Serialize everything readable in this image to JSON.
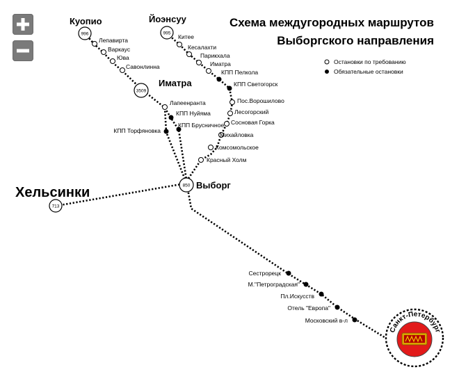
{
  "controls": {
    "zoom_in_icon": "plus-icon",
    "zoom_out_icon": "minus-icon"
  },
  "title": {
    "line1": "Схема междугородных маршрутов",
    "line2": "Выборгского направления"
  },
  "legend": {
    "on_request": "Остановки по требованию",
    "mandatory": "Обязательные остановки"
  },
  "cities": {
    "kuopio": "Куопио",
    "kuopio_code": "996",
    "joensuu": "Йоэнсуу",
    "joensuu_code": "995",
    "imatra": "Иматра",
    "imatra_code": "3509",
    "vyborg": "Выборг",
    "vyborg_code": "850",
    "helsinki": "Хельсинки",
    "helsinki_code": "713",
    "spb": "Санкт-Петербург",
    "spb_logo": "logo"
  },
  "stops": {
    "kuopio_line": [
      "Лепавирта",
      "Варкаус",
      "Юва",
      "Савонлинна"
    ],
    "joensuu_line": [
      "Китее",
      "Кесалахти",
      "Парикхала",
      "Иматра",
      "КПП Пелкола",
      "КПП Светогорск",
      "Пос.Ворошилово",
      "Лесогорский",
      "Сосновая Горка",
      "Михайловка",
      "Комсомольское",
      "Красный Холм"
    ],
    "imatra_line": [
      "Лапеенранта",
      "КПП Нуйяма",
      "КПП Брусничное"
    ],
    "torfyanovka": "КПП Торфяновка",
    "spb_line": [
      "Сестрорецк",
      "М.\"Петроградская\"",
      "Пл.Искусств",
      "Отель \"Европа\"",
      "Московский в-л"
    ]
  },
  "colors": {
    "route": "#000000",
    "button_bg": "#7a7a7a",
    "logo_red": "#e21a1a",
    "logo_gold": "#d9a300"
  }
}
